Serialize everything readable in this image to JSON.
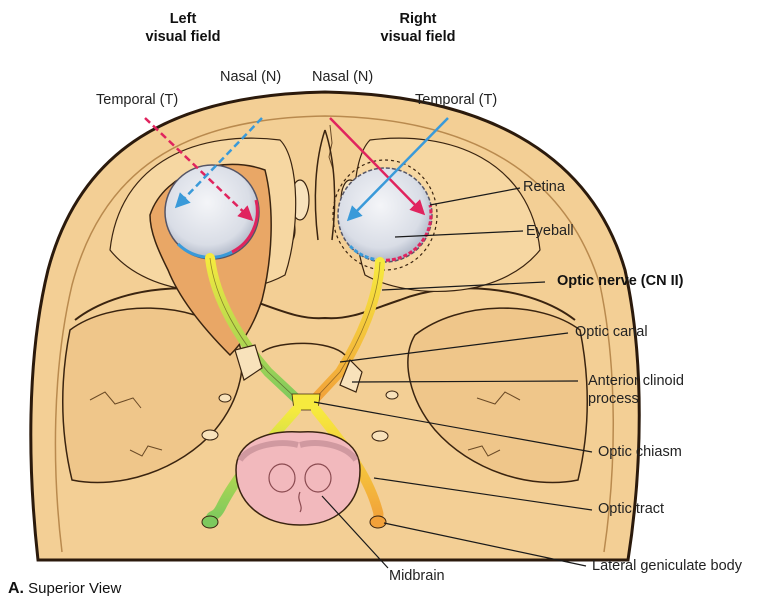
{
  "field_titles": {
    "left": [
      "Left",
      "visual field"
    ],
    "right": [
      "Right",
      "visual field"
    ]
  },
  "labels": {
    "temporal_left": "Temporal (T)",
    "nasal_left": "Nasal (N)",
    "nasal_right": "Nasal (N)",
    "temporal_right": "Temporal (T)",
    "retina": "Retina",
    "eyeball": "Eyeball",
    "optic_nerve": "Optic nerve (CN II)",
    "optic_canal": "Optic canal",
    "anterior_clinoid": [
      "Anterior clinoid",
      "process"
    ],
    "optic_chiasm": "Optic chiasm",
    "optic_tract": "Optic tract",
    "lateral_geniculate": "Lateral geniculate body",
    "midbrain": "Midbrain"
  },
  "caption": {
    "letter": "A.",
    "text": "Superior View"
  },
  "colors": {
    "bone": "#f3cf95",
    "bone_dark": "#e2b274",
    "orbit": "#e9a766",
    "skull_outline": "#2b1a0c",
    "eyeball": "#dfe3ea",
    "nasal_fibers": "#3a9ad9",
    "temporal_fibers": "#e0245e",
    "nerve_yellow": "#f6ea3e",
    "nerve_green": "#7dc95e",
    "nerve_orange": "#f2a13a",
    "midbrain": "#f2b9bd",
    "leader_line": "#1a1a1a"
  }
}
